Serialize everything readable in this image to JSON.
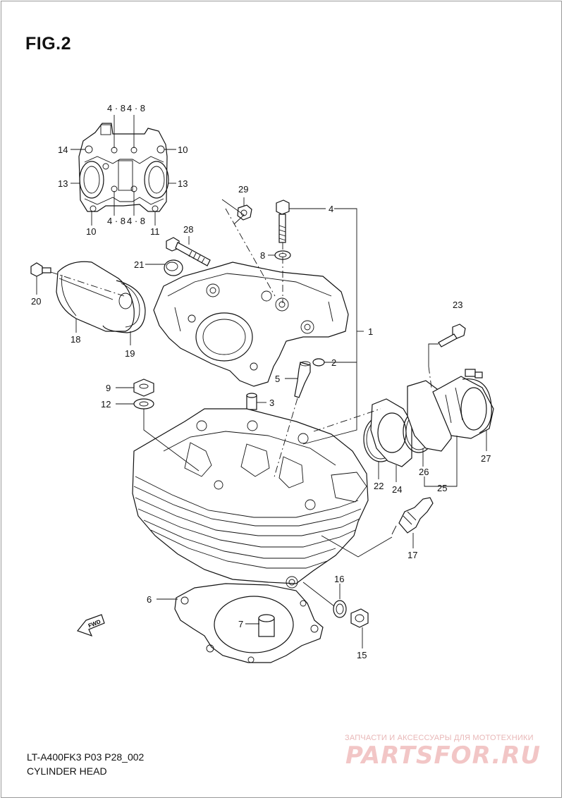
{
  "figure": {
    "title": "FIG.2"
  },
  "callouts": [
    {
      "id": "c-4-8-a",
      "text": "4 · 8"
    },
    {
      "id": "c-4-8-b",
      "text": "4 · 8"
    },
    {
      "id": "c-14",
      "text": "14"
    },
    {
      "id": "c-10-a",
      "text": "10"
    },
    {
      "id": "c-13-a",
      "text": "13"
    },
    {
      "id": "c-13-b",
      "text": "13"
    },
    {
      "id": "c-10-b",
      "text": "10"
    },
    {
      "id": "c-4-8-c",
      "text": "4 · 8"
    },
    {
      "id": "c-4-8-d",
      "text": "4 · 8"
    },
    {
      "id": "c-11",
      "text": "11"
    },
    {
      "id": "c-29",
      "text": "29"
    },
    {
      "id": "c-4",
      "text": "4"
    },
    {
      "id": "c-28",
      "text": "28"
    },
    {
      "id": "c-8",
      "text": "8"
    },
    {
      "id": "c-21",
      "text": "21"
    },
    {
      "id": "c-20",
      "text": "20"
    },
    {
      "id": "c-18",
      "text": "18"
    },
    {
      "id": "c-19",
      "text": "19"
    },
    {
      "id": "c-1",
      "text": "1"
    },
    {
      "id": "c-23",
      "text": "23"
    },
    {
      "id": "c-2",
      "text": "2"
    },
    {
      "id": "c-5",
      "text": "5"
    },
    {
      "id": "c-9",
      "text": "9"
    },
    {
      "id": "c-3",
      "text": "3"
    },
    {
      "id": "c-12",
      "text": "12"
    },
    {
      "id": "c-27",
      "text": "27"
    },
    {
      "id": "c-26",
      "text": "26"
    },
    {
      "id": "c-22",
      "text": "22"
    },
    {
      "id": "c-24",
      "text": "24"
    },
    {
      "id": "c-25",
      "text": "25"
    },
    {
      "id": "c-17",
      "text": "17"
    },
    {
      "id": "c-16",
      "text": "16"
    },
    {
      "id": "c-6",
      "text": "6"
    },
    {
      "id": "c-7",
      "text": "7"
    },
    {
      "id": "c-15",
      "text": "15"
    }
  ],
  "fwd_label": "FWD",
  "footer": {
    "code": "LT-A400FK3 P03 P28_002",
    "name": "CYLINDER HEAD"
  },
  "watermark": {
    "text": "ЗАПЧАСТИ И АКСЕССУАРЫ ДЛЯ МОТОТЕХНИКИ",
    "logo": "PARTSFOR.RU"
  }
}
